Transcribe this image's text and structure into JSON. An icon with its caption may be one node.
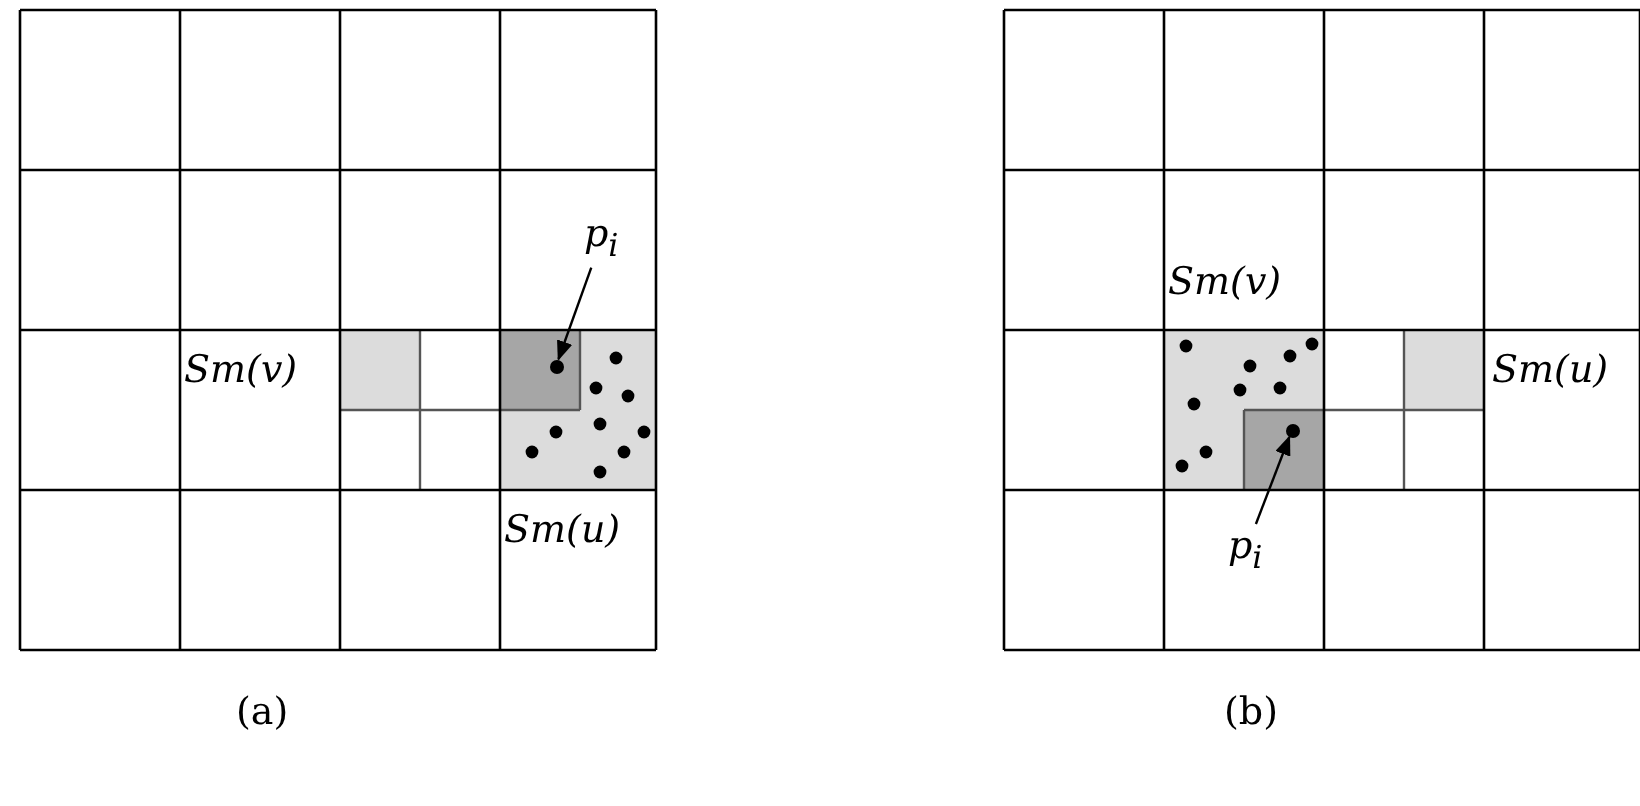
{
  "diagram": {
    "nodes": [
      {
        "text": [
          "p$_{i}$"
        ]
      },
      {
        "text": [],
        "shape": "circle"
      },
      {
        "text": [
          "p$_{i}$"
        ]
      },
      {
        "text": [],
        "shape": "circle"
      }
    ],
    "edges": [
      {
        "from": 0,
        "to": 1,
        "arrow": "to"
      },
      {
        "from": 2,
        "to": 3,
        "arrow": "to"
      }
    ],
    "labels": [
      "Sm(v)",
      "Sm(u)",
      "Sm(v)",
      "Sm(u)",
      "(a)",
      "(b)"
    ]
  }
}
